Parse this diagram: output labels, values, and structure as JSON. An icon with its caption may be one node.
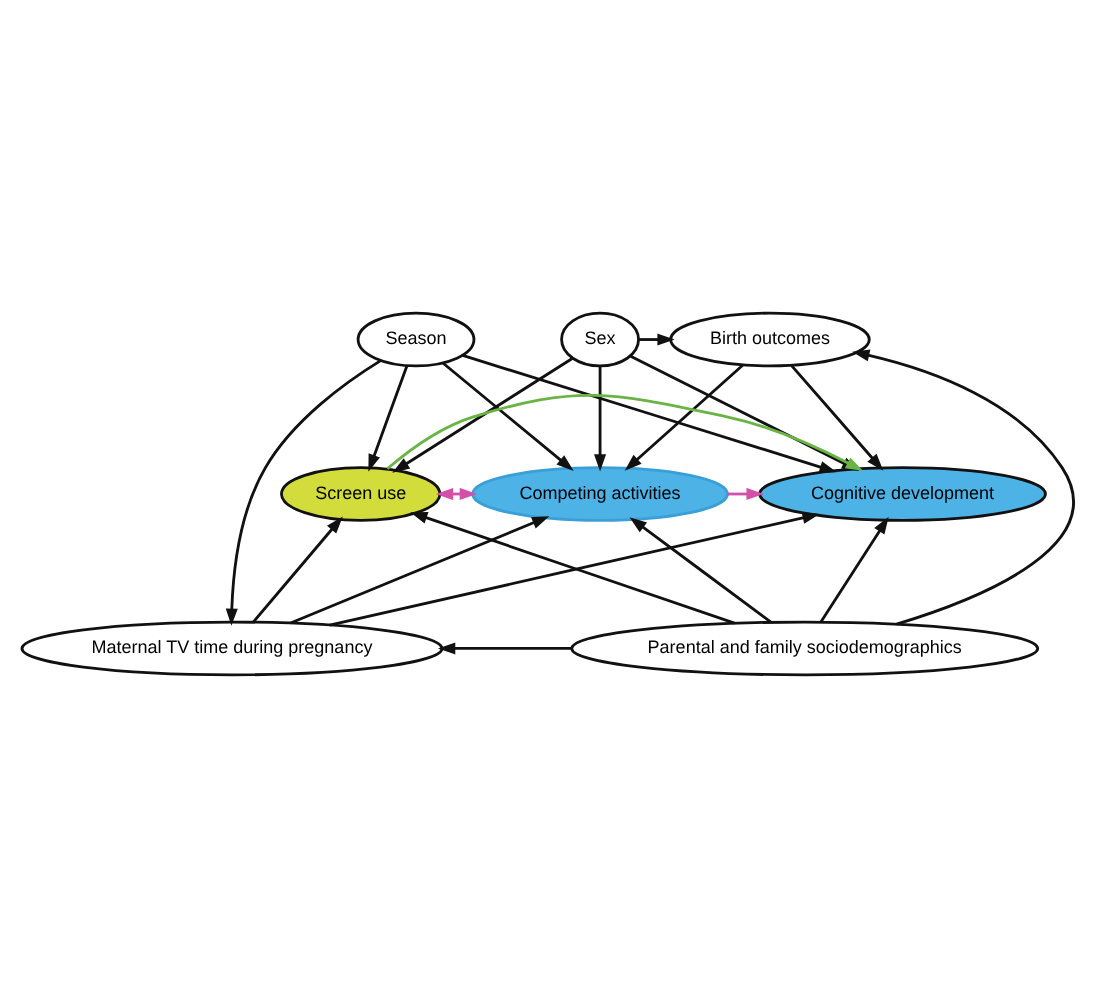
{
  "diagram": {
    "nodes": [
      {
        "text": [
          "Season"
        ]
      },
      {
        "text": [
          "Sex"
        ]
      },
      {
        "text": [
          "Birth outcomes"
        ]
      },
      {
        "text": [
          "Screen use"
        ]
      },
      {
        "text": [
          "Cognitive development"
        ]
      },
      {
        "text": [
          "Competing activities"
        ]
      },
      {
        "text": [
          "Maternal TV time during pregnancy"
        ]
      },
      {
        "text": [
          "Parental and family sociodemographics"
        ]
      }
    ],
    "edges": [
      {
        "from": 1,
        "to": 2,
        "arrow": "to"
      },
      {
        "from": 0,
        "to": 6,
        "arrow": "to"
      },
      {
        "from": 0,
        "to": 3,
        "arrow": "to"
      },
      {
        "from": 0,
        "to": 5,
        "arrow": "to"
      },
      {
        "from": 0,
        "to": 4,
        "arrow": "to"
      },
      {
        "from": 1,
        "to": 3,
        "arrow": "to"
      },
      {
        "from": 1,
        "to": 5,
        "arrow": "to"
      },
      {
        "from": 1,
        "to": 4,
        "arrow": "to"
      },
      {
        "from": 2,
        "to": 5,
        "arrow": "to"
      },
      {
        "from": 2,
        "to": 4,
        "arrow": "to"
      },
      {
        "from": 7,
        "to": 2,
        "arrow": "to"
      },
      {
        "from": 3,
        "to": 4,
        "arrow": "to",
        "color": "#6ab446"
      },
      {
        "from": 3,
        "to": 5,
        "arrow": "both",
        "color": "#d44fa8"
      },
      {
        "from": 5,
        "to": 4,
        "arrow": "to",
        "color": "#d44fa8"
      },
      {
        "from": 6,
        "to": 3,
        "arrow": "to"
      },
      {
        "from": 6,
        "to": 5,
        "arrow": "to"
      },
      {
        "from": 6,
        "to": 4,
        "arrow": "to"
      },
      {
        "from": 7,
        "to": 3,
        "arrow": "to"
      },
      {
        "from": 7,
        "to": 5,
        "arrow": "to"
      },
      {
        "from": 7,
        "to": 4,
        "arrow": "to"
      },
      {
        "from": 7,
        "to": 6,
        "arrow": "to"
      }
    ]
  }
}
